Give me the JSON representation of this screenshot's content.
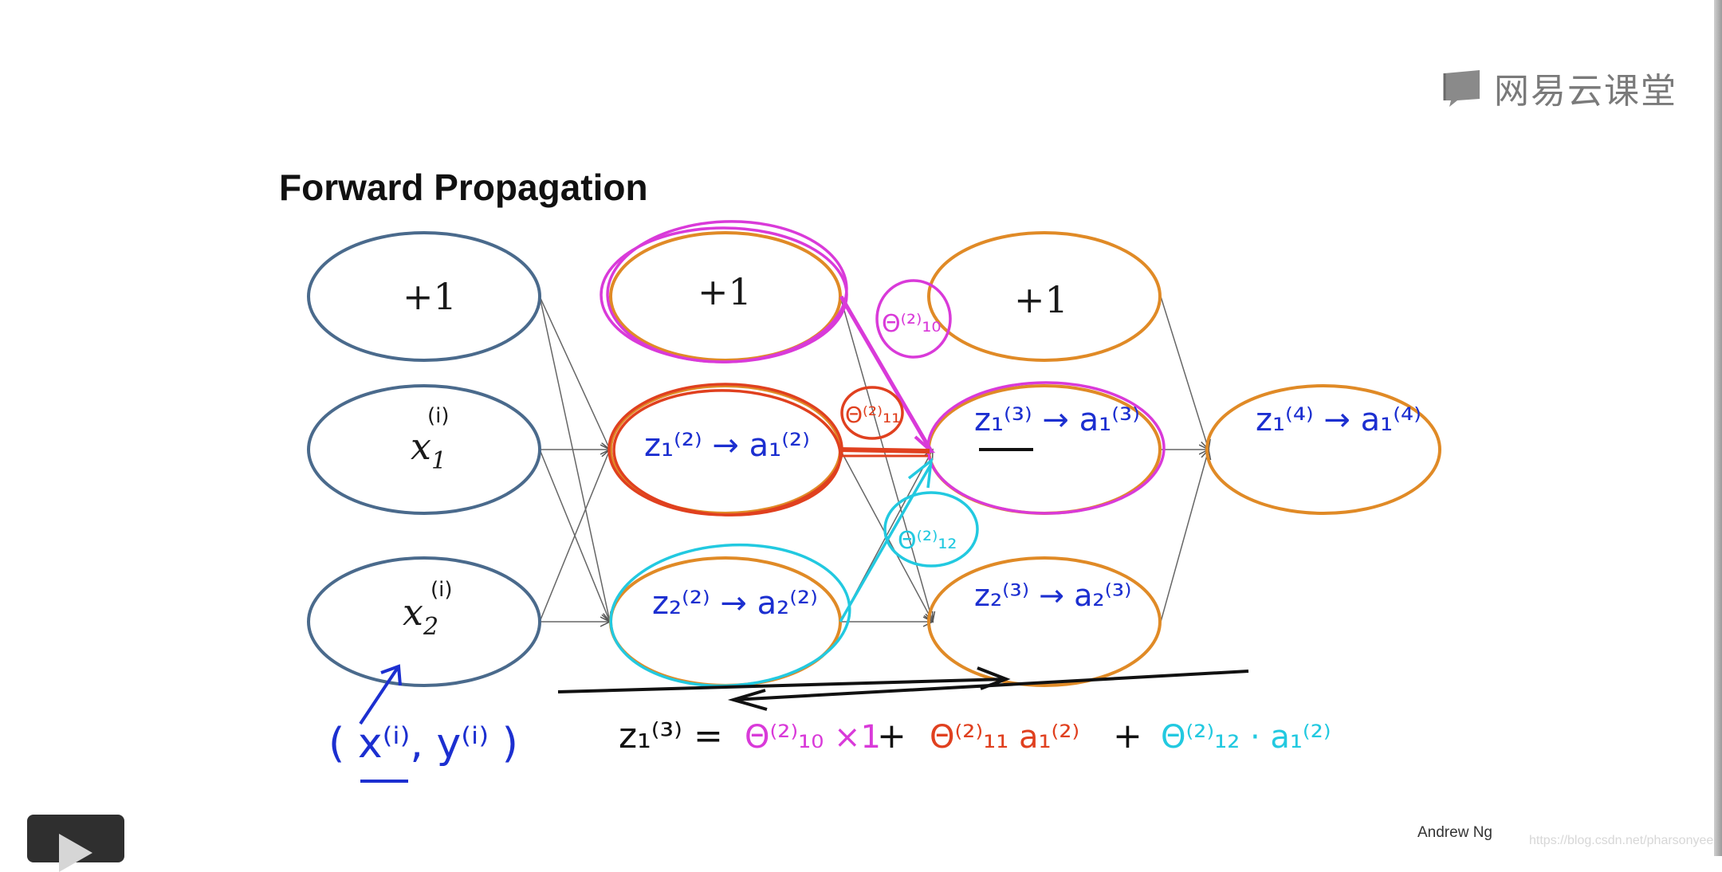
{
  "brand": {
    "name": "网易云课堂",
    "icon": "book-logo-icon"
  },
  "slide": {
    "title": "Forward Propagation",
    "credit": "Andrew Ng",
    "watermark": "https://blog.csdn.net/pharsonyee"
  },
  "colors": {
    "input_node": "#4a6a8c",
    "hidden_node": "#e08a26",
    "ink_blue": "#1c2fd0",
    "ink_magenta": "#d93ad9",
    "ink_red": "#e0401f",
    "ink_cyan": "#22c9e0"
  },
  "network": {
    "input": {
      "bias": "+1",
      "x1": "x",
      "x1_sub": "1",
      "x1_sup": "(i)",
      "x2": "x",
      "x2_sub": "2",
      "x2_sup": "(i)"
    },
    "layer2": {
      "bias": "+1",
      "n1": "z₁⁽²⁾ → a₁⁽²⁾",
      "n2": "z₂⁽²⁾ → a₂⁽²⁾"
    },
    "layer3": {
      "bias": "+1",
      "n1": "z₁⁽³⁾ → a₁⁽³⁾",
      "n2": "z₂⁽³⁾ → a₂⁽³⁾"
    },
    "layer4": {
      "n1": "z₁⁽⁴⁾ → a₁⁽⁴⁾"
    }
  },
  "annotations": {
    "training_example": "( x⁽ⁱ⁾, y⁽ⁱ⁾ )",
    "theta10": "Θ⁽²⁾₁₀",
    "theta11": "Θ⁽²⁾₁₁",
    "theta12": "Θ⁽²⁾₁₂",
    "equation": {
      "lhs": "z₁⁽³⁾ =",
      "term1": "Θ⁽²⁾₁₀ ×1",
      "plus1": "+",
      "term2": "Θ⁽²⁾₁₁ a₁⁽²⁾",
      "plus2": "+",
      "term3": "Θ⁽²⁾₁₂ · a₁⁽²⁾"
    }
  },
  "controls": {
    "play": "play-icon"
  }
}
